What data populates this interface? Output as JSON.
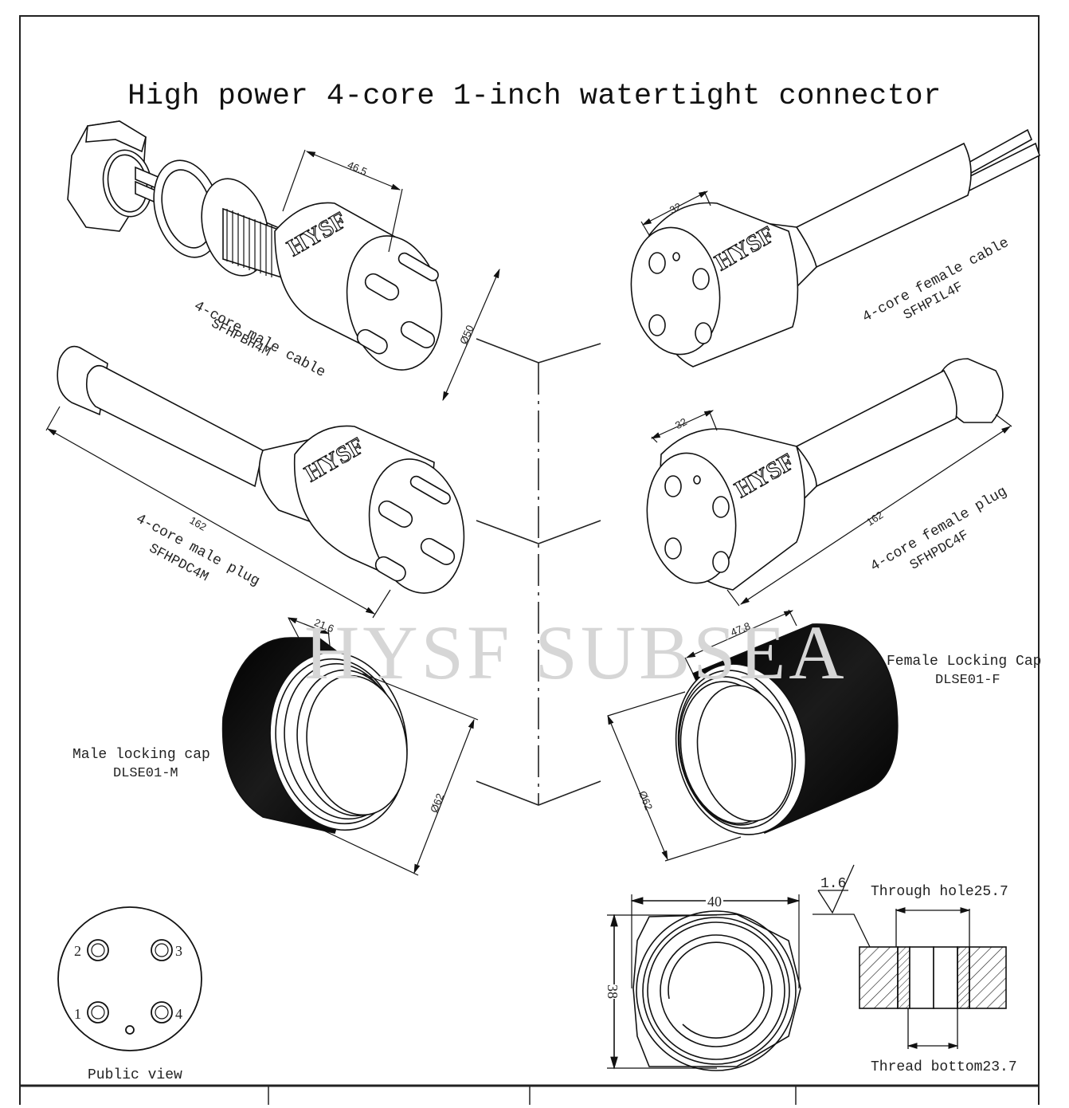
{
  "title": "High power 4-core 1-inch watertight connector",
  "watermark": "HYSF SUBSEA",
  "brand_mark": "HYSF",
  "parts": {
    "male_cable": {
      "name": "4-core male cable",
      "code": "SFHPBH4M",
      "dim_length": "46.5",
      "dim_diameter": "Ø50"
    },
    "female_cable": {
      "name": "4-core female cable",
      "code": "SFHPIL4F",
      "dim_length": "32"
    },
    "male_plug": {
      "name": "4-core male plug",
      "code": "SFHPDC4M",
      "dim_length": "162"
    },
    "female_plug": {
      "name": "4-core female plug",
      "code": "SFHPDC4F",
      "dim_length": "162",
      "dim_head": "32"
    },
    "male_cap": {
      "name": "Male locking cap",
      "code": "DLSE01-M",
      "dim_length": "21.6",
      "dim_diameter": "Ø62"
    },
    "female_cap": {
      "name": "Female Locking Cap",
      "code": "DLSE01-F",
      "dim_length": "47.8",
      "dim_diameter": "Ø62"
    }
  },
  "public_view": {
    "label": "Public view",
    "pins": [
      "1",
      "2",
      "3",
      "4"
    ]
  },
  "nut_view": {
    "width": "40",
    "height": "38"
  },
  "section_view": {
    "roughness": "1.6",
    "through_hole": "Through hole25.7",
    "thread_bottom": "Thread bottom23.7"
  }
}
